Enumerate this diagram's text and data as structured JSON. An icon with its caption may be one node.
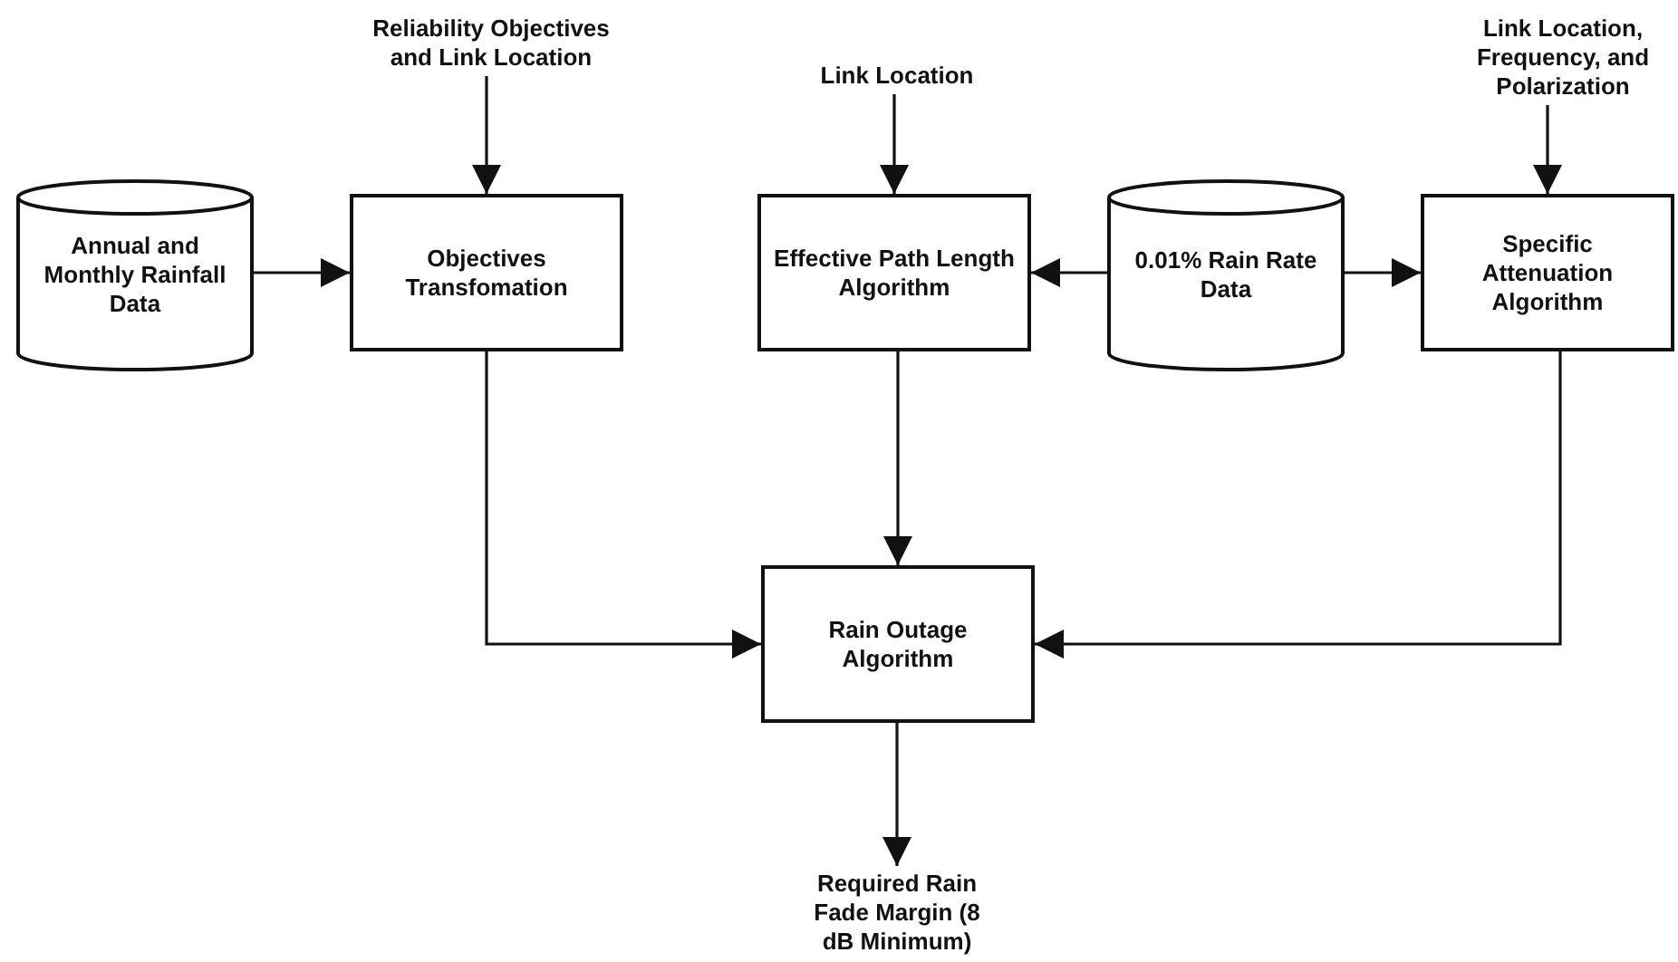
{
  "diagram": {
    "nodes": [
      {
        "text": [
          "Reliability Objectives and Link Location"
        ]
      },
      {
        "text": [
          "Link Location"
        ]
      },
      {
        "text": [
          "Link Location, Frequency, and Polarization"
        ]
      },
      {
        "text": [
          "Annual and Monthly Rainfall Data"
        ]
      },
      {
        "text": [
          "Objectives Transfomation"
        ]
      },
      {
        "text": [
          "Effective Path Length Algorithm"
        ]
      },
      {
        "text": [
          "0.01% Rain Rate Data"
        ]
      },
      {
        "text": [
          "Specific Attenuation Algorithm"
        ]
      },
      {
        "text": [
          "Rain Outage Algorithm"
        ]
      },
      {
        "text": [
          "Required Rain Fade Margin (8 dB Minimum)"
        ]
      }
    ],
    "edges": [
      {
        "from": 0,
        "to": 4,
        "arrow": "to"
      },
      {
        "from": 1,
        "to": 5,
        "arrow": "to"
      },
      {
        "from": 2,
        "to": 7,
        "arrow": "to"
      },
      {
        "from": 3,
        "to": 4,
        "arrow": "to"
      },
      {
        "from": 6,
        "to": 5,
        "arrow": "to"
      },
      {
        "from": 6,
        "to": 7,
        "arrow": "to"
      },
      {
        "from": 4,
        "to": 8,
        "arrow": "to"
      },
      {
        "from": 5,
        "to": 8,
        "arrow": "to"
      },
      {
        "from": 7,
        "to": 8,
        "arrow": "to"
      },
      {
        "from": 8,
        "to": 9,
        "arrow": "to"
      }
    ]
  }
}
